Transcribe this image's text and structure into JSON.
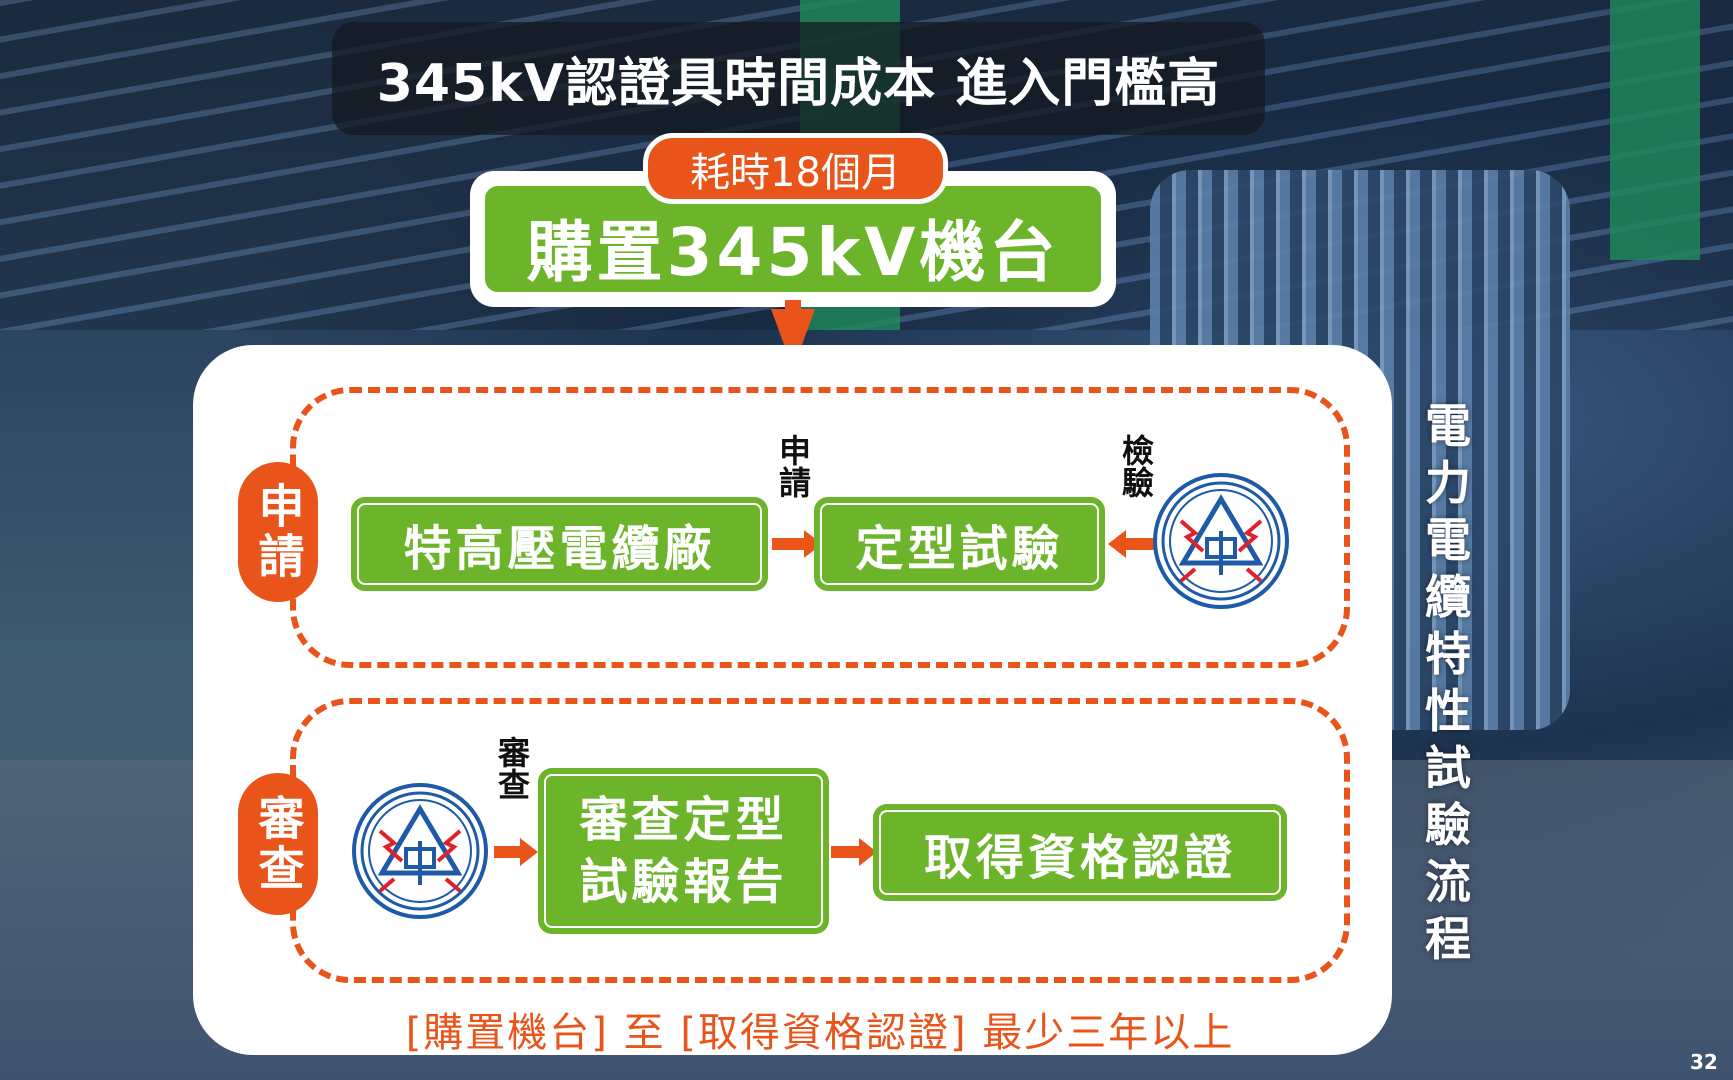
{
  "title": "345kV認證具時間成本 進入門檻高",
  "duration_badge": "耗時18個月",
  "purchase_step": "購置345kV機台",
  "apply_section": {
    "label": "申請",
    "factory": "特高壓電纜廠",
    "arrow_label": "申請",
    "type_test": "定型試驗",
    "inspect_label": "檢驗"
  },
  "review_section": {
    "label": "審查",
    "arrow_label": "審查",
    "review_report": "審查定型試驗報告",
    "review_report_line1": "審查定型",
    "review_report_line2": "試驗報告",
    "certification": "取得資格認證"
  },
  "footnote": "[購置機台] 至 [取得資格認證] 最少三年以上",
  "side_title": "電力電纜特性試驗流程",
  "page_number": "32",
  "colors": {
    "accent_orange": "#e8541a",
    "green": "#6cb42a",
    "logo_blue": "#1f5aa6",
    "logo_red": "#e0202a"
  }
}
